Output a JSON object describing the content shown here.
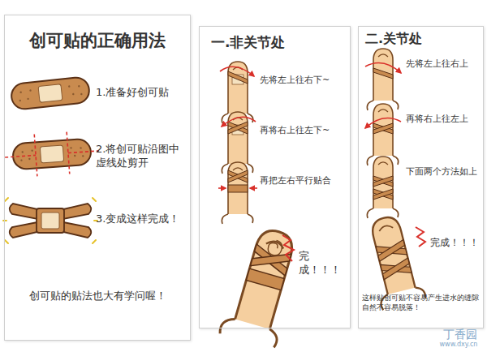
{
  "diagram": {
    "nodes": [
      {
        "text": [
          "创可贴的正确用法",
          "创可贴的贴法也大有学问喔！"
        ]
      },
      {
        "text": [
          "一.非关节处"
        ]
      },
      {
        "text": [
          "二.关节处"
        ]
      }
    ],
    "labels": [
      "1.准备好创可贴",
      "2.将创可贴沿图中虚线处剪开",
      "3.变成这样完成！",
      "先将左上往右下~",
      "再将右上往左下~",
      "再把左右平行贴合",
      "完成！！！",
      "先将左上往右上",
      "再将右上往左上",
      "下面两个方法如上",
      "完成！！！",
      "这样贴创可贴不容易产生进水的缝隙 自然不容易脱落！",
      "丁香园",
      "www.dxy.cn"
    ]
  }
}
